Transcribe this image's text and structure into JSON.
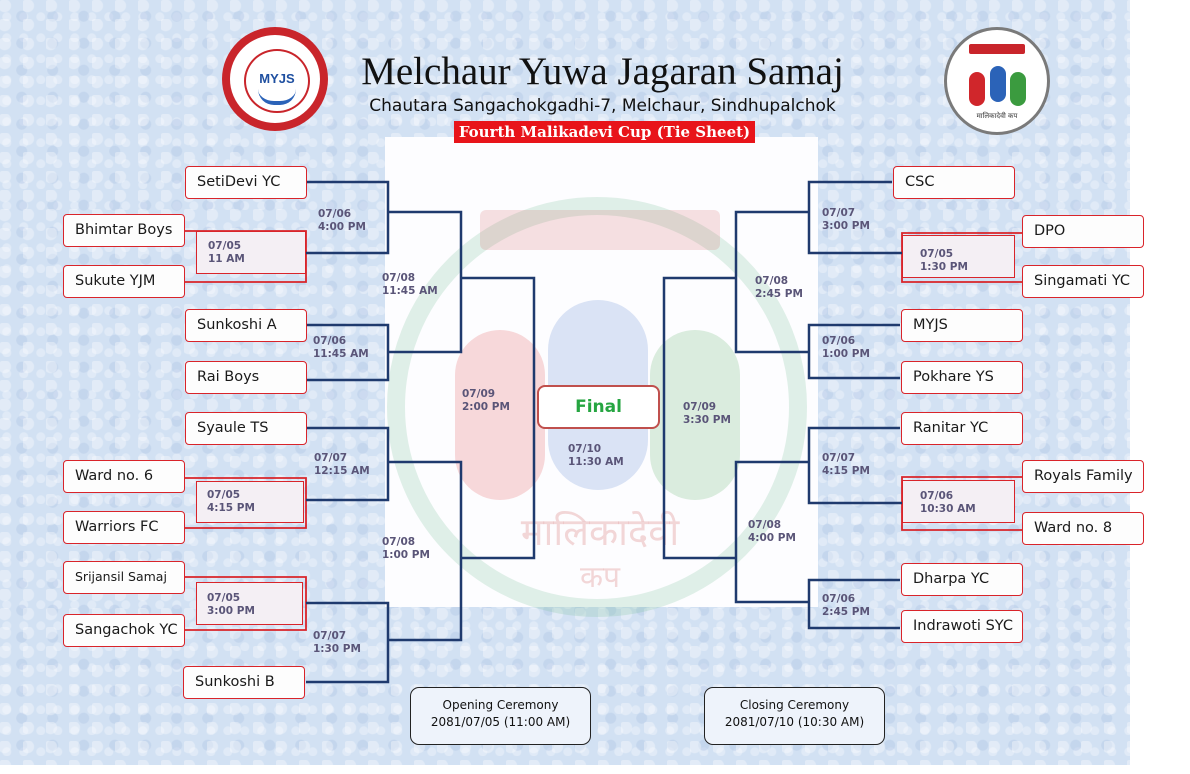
{
  "header": {
    "title": "Melchaur Yuwa Jagaran Samaj",
    "subtitle": "Chautara Sangachokgadhi-7, Melchaur, Sindhupalchok",
    "banner": "Fourth Malikadevi Cup (Tie Sheet)",
    "left_logo_text": "MYJS",
    "right_logo_caption": "मालिकादेवी कप"
  },
  "watermark": {
    "line1": "मालिकादेवी",
    "line2": "कप"
  },
  "teams": {
    "setidevi": "SetiDevi YC",
    "bhimtar": "Bhimtar Boys",
    "sukute": "Sukute YJM",
    "sunkoshi_a": "Sunkoshi A",
    "rai_boys": "Rai Boys",
    "syaule": "Syaule TS",
    "ward6": "Ward no. 6",
    "warriors": "Warriors FC",
    "srijansil": "Srijansil Samaj",
    "sangachok": "Sangachok YC",
    "sunkoshi_b": "Sunkoshi B",
    "csc": "CSC",
    "dpo": "DPO",
    "singamati": "Singamati YC",
    "myjs": "MYJS",
    "pokhare": "Pokhare YS",
    "ranitar": "Ranitar YC",
    "royals": "Royals Family",
    "ward8": "Ward no. 8",
    "dharpa": "Dharpa YC",
    "indrawoti": "Indrawoti SYC"
  },
  "matches": {
    "l_prelim_1": {
      "date": "07/05",
      "time": "11 AM"
    },
    "l_prelim_2": {
      "date": "07/05",
      "time": "4:15 PM"
    },
    "l_prelim_3": {
      "date": "07/05",
      "time": "3:00 PM"
    },
    "r_prelim_1": {
      "date": "07/05",
      "time": "1:30 PM"
    },
    "r_prelim_2": {
      "date": "07/06",
      "time": "10:30 AM"
    },
    "l_r1_1": {
      "date": "07/06",
      "time": "4:00 PM"
    },
    "l_r1_2": {
      "date": "07/06",
      "time": "11:45 AM"
    },
    "l_r1_3": {
      "date": "07/07",
      "time": "12:15 AM"
    },
    "l_r1_4": {
      "date": "07/07",
      "time": "1:30 PM"
    },
    "r_r1_1": {
      "date": "07/07",
      "time": "3:00 PM"
    },
    "r_r1_2": {
      "date": "07/06",
      "time": "1:00 PM"
    },
    "r_r1_3": {
      "date": "07/07",
      "time": "4:15 PM"
    },
    "r_r1_4": {
      "date": "07/06",
      "time": "2:45 PM"
    },
    "l_qf_1": {
      "date": "07/08",
      "time": "11:45 AM"
    },
    "l_qf_2": {
      "date": "07/08",
      "time": "1:00 PM"
    },
    "r_qf_1": {
      "date": "07/08",
      "time": "2:45 PM"
    },
    "r_qf_2": {
      "date": "07/08",
      "time": "4:00 PM"
    },
    "l_sf": {
      "date": "07/09",
      "time": "2:00 PM"
    },
    "r_sf": {
      "date": "07/09",
      "time": "3:30 PM"
    },
    "final": {
      "label": "Final",
      "date": "07/10",
      "time": "11:30 AM"
    }
  },
  "ceremonies": {
    "opening": {
      "title": "Opening Ceremony",
      "when": "2081/07/05 (11:00 AM)"
    },
    "closing": {
      "title": "Closing Ceremony",
      "when": "2081/07/10 (10:30 AM)"
    }
  },
  "colors": {
    "team_border": "#d9242a",
    "bracket_line": "#1f3a6e",
    "banner_bg": "#e8141a",
    "final_text": "#26a541",
    "time_text": "#5a5578"
  }
}
